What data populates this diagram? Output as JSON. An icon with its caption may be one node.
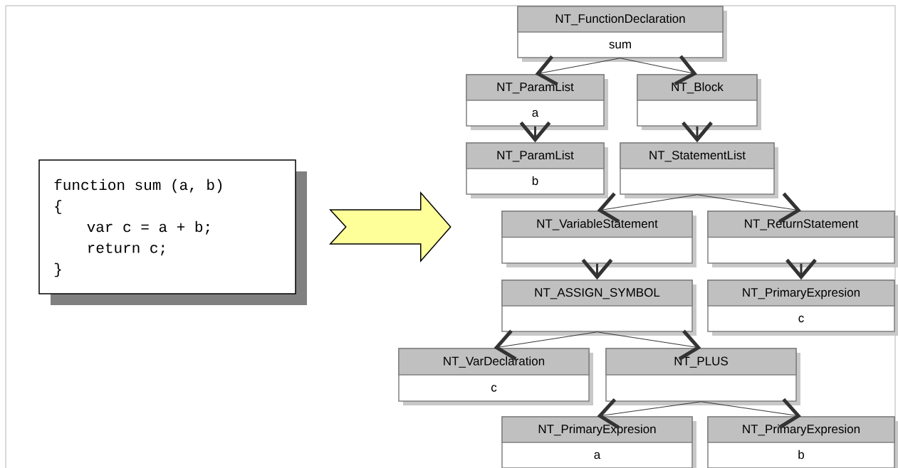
{
  "diagram": {
    "nodes": [
      {
        "text": [
          "function sum (a, b)",
          "{",
          "var c = a + b;",
          "return c;",
          "}"
        ]
      },
      {
        "text": [
          "NT_FunctionDeclaration",
          "sum"
        ]
      },
      {
        "text": [
          "NT_ParamList",
          "a"
        ]
      },
      {
        "text": [
          "NT_Block"
        ]
      },
      {
        "text": [
          "NT_ParamList",
          "b"
        ]
      },
      {
        "text": [
          "NT_StatementList"
        ]
      },
      {
        "text": [
          "NT_VariableStatement"
        ]
      },
      {
        "text": [
          "NT_ReturnStatement"
        ]
      },
      {
        "text": [
          "NT_ASSIGN_SYMBOL"
        ]
      },
      {
        "text": [
          "NT_PrimaryExpresion",
          "c"
        ]
      },
      {
        "text": [
          "NT_VarDeclaration",
          "c"
        ]
      },
      {
        "text": [
          "NT_PLUS"
        ]
      },
      {
        "text": [
          "NT_PrimaryExpresion",
          "a"
        ]
      },
      {
        "text": [
          "NT_PrimaryExpresion",
          "b"
        ]
      }
    ],
    "edges": [
      {
        "from": 0,
        "to": null,
        "arrow": "to",
        "style": "thick",
        "color": "#ffff99"
      },
      {
        "from": 1,
        "to": 2,
        "arrow": "to"
      },
      {
        "from": 1,
        "to": 3,
        "arrow": "to"
      },
      {
        "from": 2,
        "to": 4,
        "arrow": "to",
        "style": "thick"
      },
      {
        "from": 3,
        "to": 5,
        "arrow": "to",
        "style": "thick"
      },
      {
        "from": 5,
        "to": 6,
        "arrow": "to"
      },
      {
        "from": 5,
        "to": 7,
        "arrow": "to"
      },
      {
        "from": 6,
        "to": 8,
        "arrow": "to",
        "style": "thick"
      },
      {
        "from": 7,
        "to": 9,
        "arrow": "to",
        "style": "thick"
      },
      {
        "from": 8,
        "to": 10,
        "arrow": "to"
      },
      {
        "from": 8,
        "to": 11,
        "arrow": "to"
      },
      {
        "from": 11,
        "to": 12,
        "arrow": "to"
      },
      {
        "from": 11,
        "to": 13,
        "arrow": "to"
      }
    ]
  }
}
